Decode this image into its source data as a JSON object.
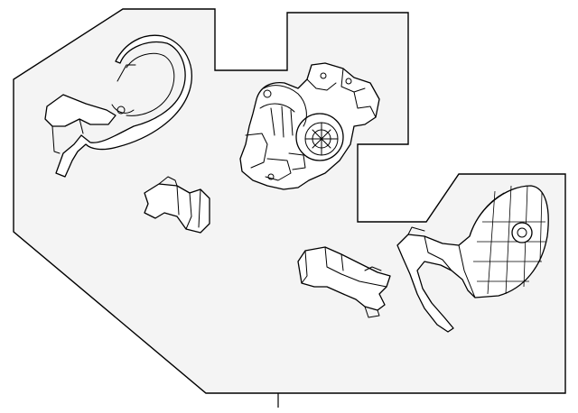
{
  "diagram": {
    "parts": [
      {
        "id": "blower-motor-housing",
        "icon": "blower-motor-icon"
      },
      {
        "id": "left-duct-cover",
        "icon": "curved-cover-icon"
      },
      {
        "id": "small-bracket",
        "icon": "bracket-icon"
      },
      {
        "id": "lower-duct",
        "icon": "duct-icon"
      },
      {
        "id": "right-grid-cover",
        "icon": "grid-cover-icon"
      }
    ],
    "colors": {
      "stroke": "#000000",
      "panel": "#f4f4f4",
      "part_fill": "#ffffff"
    }
  }
}
